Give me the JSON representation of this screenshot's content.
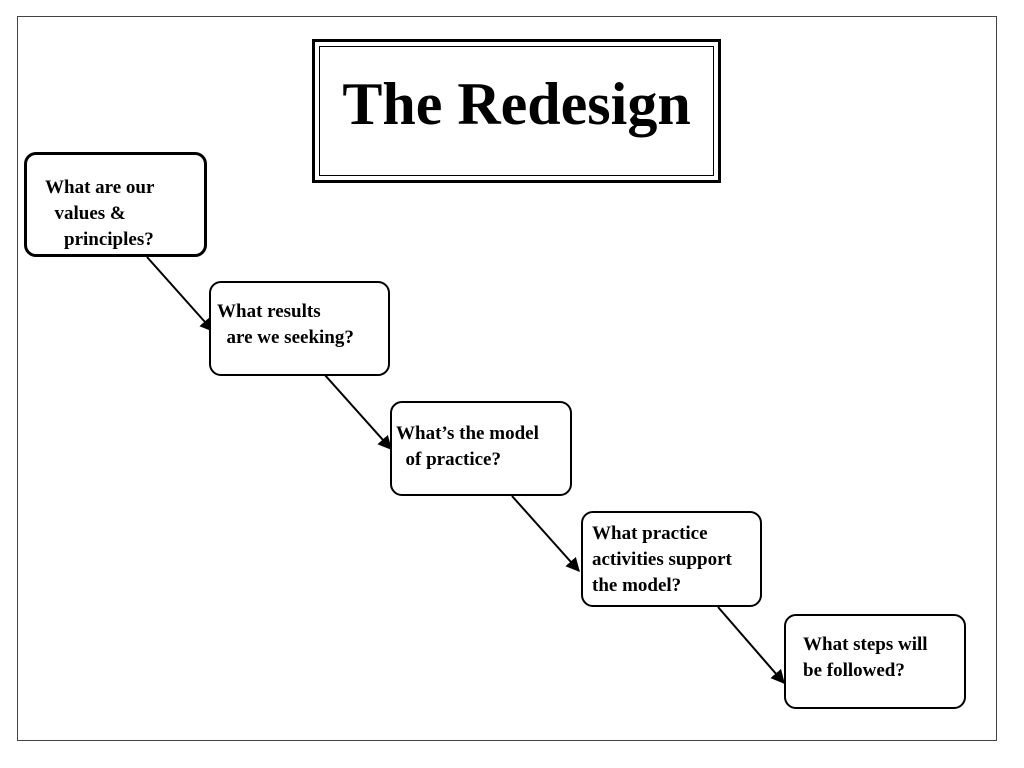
{
  "title": "The Redesign",
  "steps": [
    {
      "lines": [
        "What are our",
        "  values &",
        "    principles?"
      ]
    },
    {
      "lines": [
        "What results",
        "  are we seeking?"
      ]
    },
    {
      "lines": [
        "What’s the model",
        "  of practice?"
      ]
    },
    {
      "lines": [
        "What practice",
        "activities support",
        "the model?"
      ]
    },
    {
      "lines": [
        "What steps will",
        "be followed?"
      ]
    }
  ]
}
